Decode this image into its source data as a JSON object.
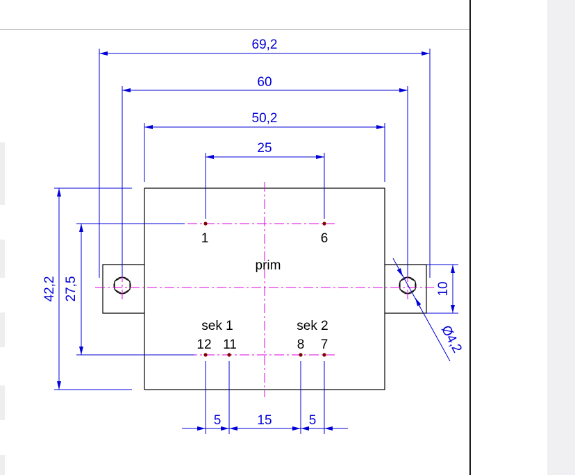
{
  "drawing": {
    "colors": {
      "dimension": "#0000d8",
      "outline": "#000000",
      "centerline": "#e000e0",
      "pin": "#800000"
    },
    "dimensions": {
      "overall_mount_width": "69,2",
      "mount_hole_spacing": "60",
      "body_width": "50,2",
      "primary_pin_spacing": "25",
      "body_height": "42,2",
      "pin_row_spacing": "27,5",
      "tab_width": "10",
      "hole_diameter": "Ø4,2",
      "secondary_pin_gap_left": "5",
      "secondary_group_spacing": "15",
      "secondary_pin_gap_right": "5"
    },
    "labels": {
      "primary": "prim",
      "secondary_1": "sek 1",
      "secondary_2": "sek 2"
    },
    "pins": {
      "p1": "1",
      "p6": "6",
      "p12": "12",
      "p11": "11",
      "p8": "8",
      "p7": "7"
    },
    "icons": [
      "hexagon-mount-hole-icon",
      "centerline-crosshair-icon"
    ]
  }
}
